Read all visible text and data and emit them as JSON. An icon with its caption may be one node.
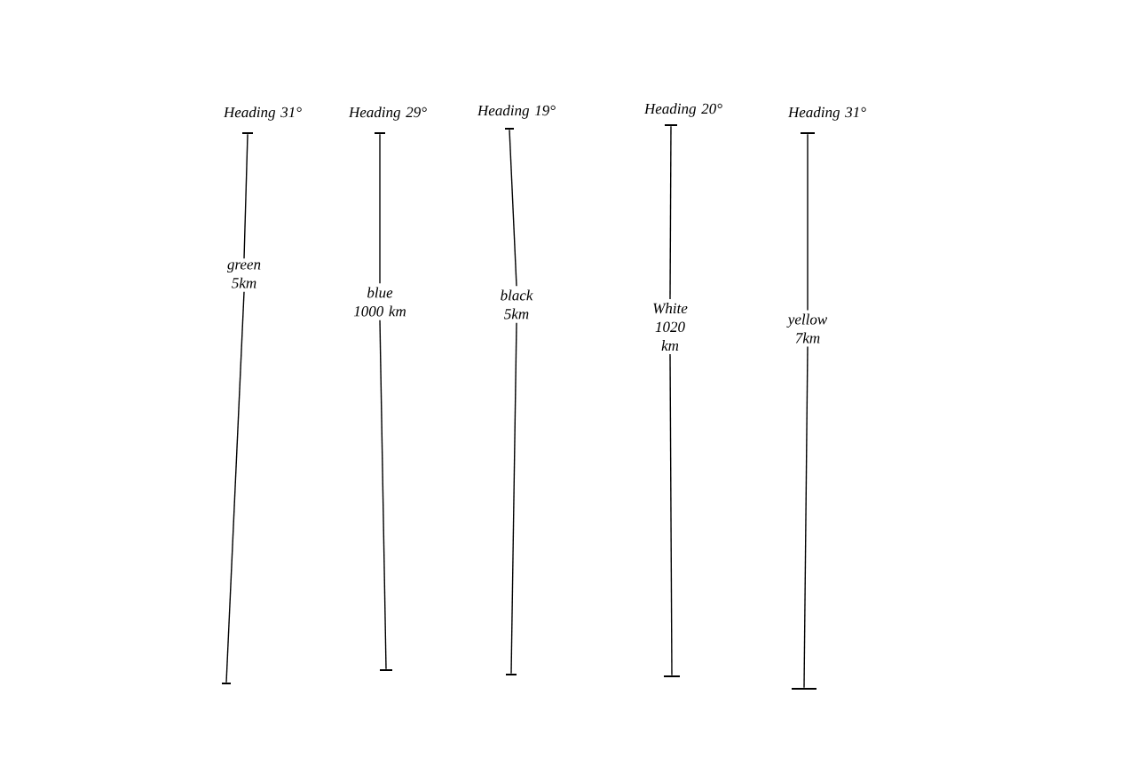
{
  "diagram": {
    "nodes": [
      {
        "text": [
          "Heading 31°"
        ]
      },
      {
        "text": [
          "Heading 29°"
        ]
      },
      {
        "text": [
          "Heading 19°"
        ]
      },
      {
        "text": [
          "Heading 20°"
        ]
      },
      {
        "text": [
          "Heading 31°"
        ]
      },
      {
        "text": [],
        "shape": "bar"
      },
      {
        "text": [],
        "shape": "bar"
      },
      {
        "text": [],
        "shape": "bar"
      },
      {
        "text": [],
        "shape": "bar"
      },
      {
        "text": [],
        "shape": "bar"
      },
      {
        "text": [
          "green 5km"
        ]
      },
      {
        "text": [
          "blue 1000 km"
        ]
      },
      {
        "text": [
          "black 5km"
        ]
      },
      {
        "text": [
          "White 1020 km"
        ]
      },
      {
        "text": [
          "yellow 7km"
        ]
      },
      {
        "text": [],
        "shape": "bar"
      },
      {
        "text": [],
        "shape": "bar"
      },
      {
        "text": [],
        "shape": "bar"
      },
      {
        "text": [],
        "shape": "bar"
      },
      {
        "text": [],
        "shape": "bar"
      }
    ],
    "edges": [
      {
        "from": 5,
        "to": 10,
        "arrow": "none"
      },
      {
        "from": 6,
        "to": 11,
        "arrow": "none"
      },
      {
        "from": 7,
        "to": 12,
        "arrow": "none"
      },
      {
        "from": 8,
        "to": 13,
        "arrow": "none"
      },
      {
        "from": 9,
        "to": 14,
        "arrow": "none"
      },
      {
        "from": 10,
        "to": 15,
        "arrow": "none"
      },
      {
        "from": 11,
        "to": 16,
        "arrow": "none"
      },
      {
        "from": 12,
        "to": 17,
        "arrow": "none"
      },
      {
        "from": 13,
        "to": 18,
        "arrow": "none"
      },
      {
        "from": 14,
        "to": 19,
        "arrow": "none"
      }
    ]
  }
}
